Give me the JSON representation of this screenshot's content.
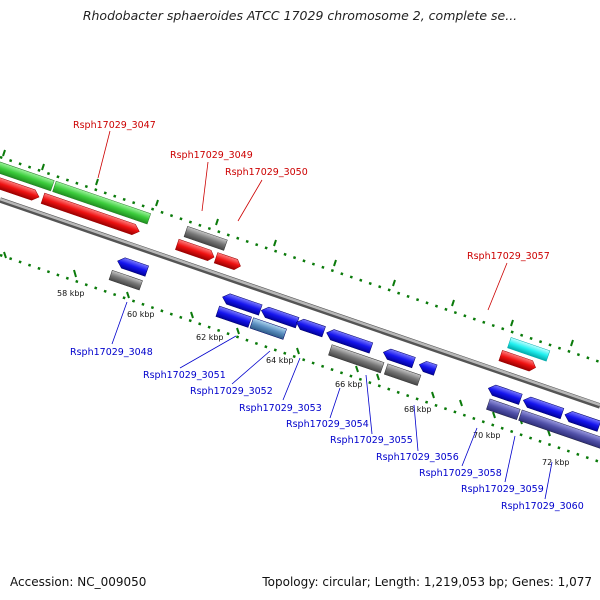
{
  "title": "Rhodobacter sphaeroides ATCC 17029 chromosome 2, complete se...",
  "footer": {
    "accession": "Accession: NC_009050",
    "summary": "Topology: circular; Length: 1,219,053 bp; Genes: 1,077"
  },
  "colors": {
    "label_top": "#cc0000",
    "label_bottom": "#0000cc",
    "ruler_ticks": "#006600",
    "backbone": "#909090"
  },
  "ruler_ticks": [
    "58 kbp",
    "60 kbp",
    "62 kbp",
    "64 kbp",
    "66 kbp",
    "68 kbp",
    "70 kbp",
    "72 kbp"
  ],
  "gene_labels_top": [
    "Rsph17029_3047",
    "Rsph17029_3049",
    "Rsph17029_3050",
    "Rsph17029_3057"
  ],
  "gene_labels_bottom": [
    "Rsph17029_3048",
    "Rsph17029_3051",
    "Rsph17029_3052",
    "Rsph17029_3053",
    "Rsph17029_3054",
    "Rsph17029_3055",
    "Rsph17029_3056",
    "Rsph17029_3058",
    "Rsph17029_3059",
    "Rsph17029_3060"
  ]
}
